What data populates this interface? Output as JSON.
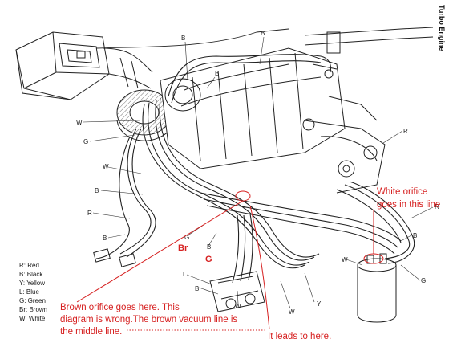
{
  "side_title": "Turbo Engine",
  "legend": [
    "R: Red",
    "B: Black",
    "Y: Yellow",
    "L: Blue",
    "G: Green",
    "Br: Brown",
    "W: White"
  ],
  "hose_labels": {
    "b_top": "B",
    "b_top2": "B",
    "b_right_top": "B",
    "w_left": "W",
    "g_left": "G",
    "w_left2": "W",
    "b_left": "B",
    "r_left": "R",
    "b_left2": "B",
    "g_mid": "G",
    "b_mid": "B",
    "l_lower": "L",
    "b_lower": "B",
    "w_lower": "W",
    "y_lower": "Y",
    "w_bottom": "W",
    "r_right": "R",
    "r_right2": "R",
    "b_right": "B",
    "g_right": "G",
    "w_right": "W",
    "br_red": "Br",
    "g_red": "G"
  },
  "annotations": {
    "white_orifice": [
      "White orifice",
      "goes in this line"
    ],
    "brown_orifice": [
      "Brown orifice goes here. This",
      "diagram is wrong.The brown vacuum line is",
      "the middle line."
    ],
    "leads_here": "It leads to here."
  }
}
